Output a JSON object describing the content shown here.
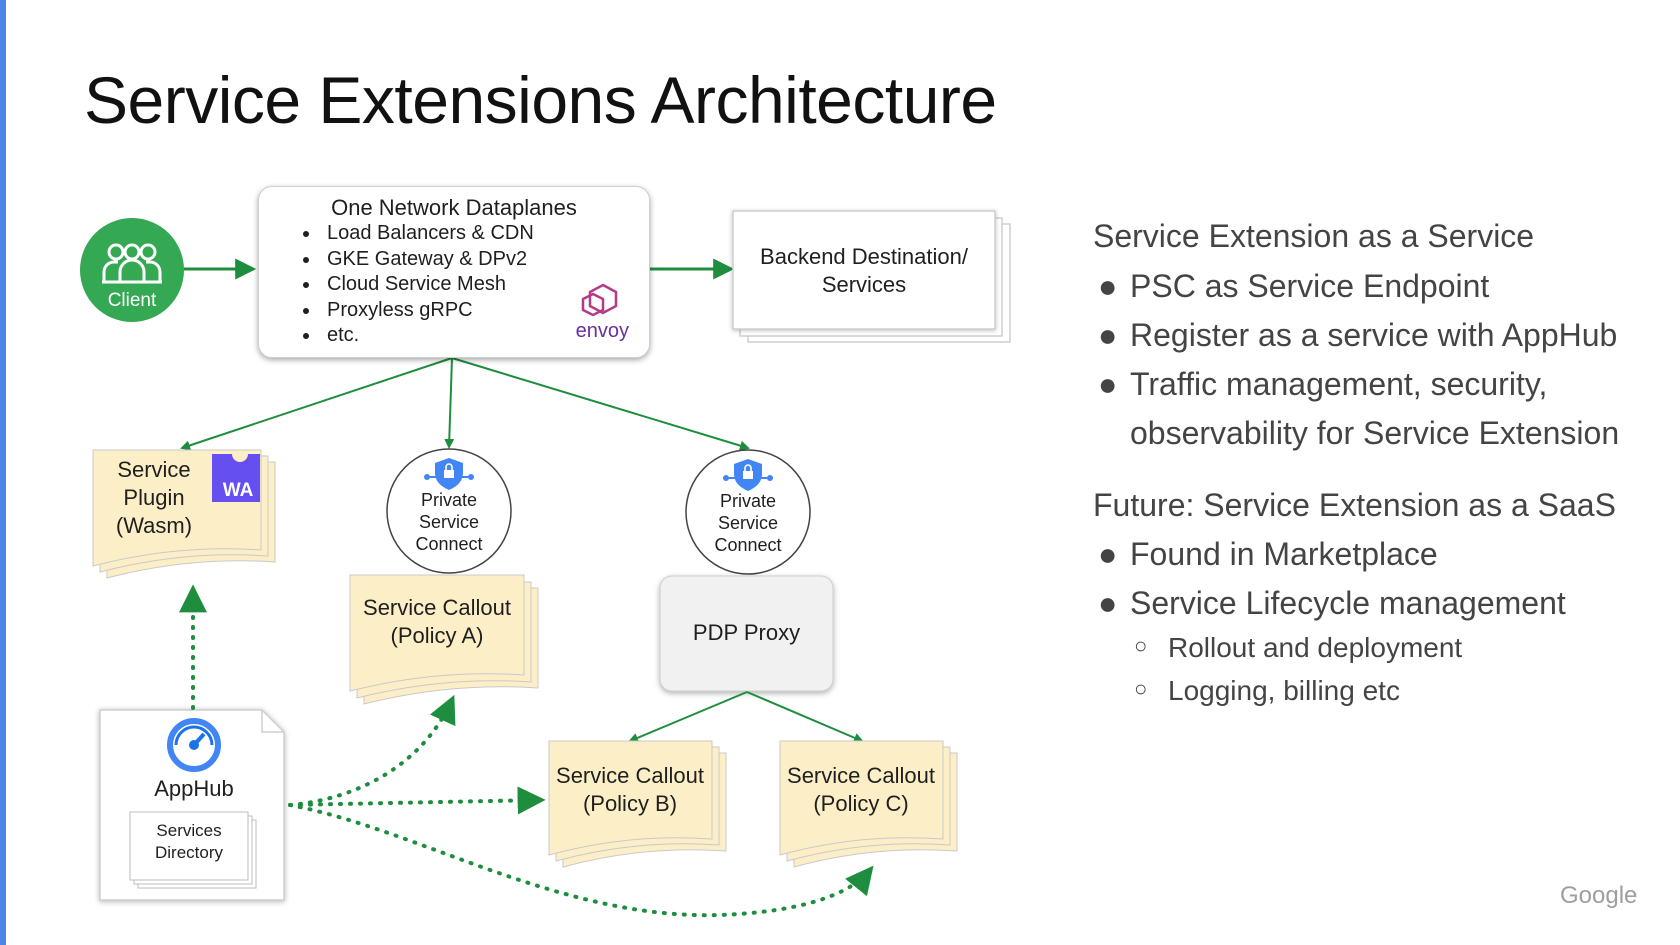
{
  "slide": {
    "title": "Service Extensions Architecture",
    "footer_brand": "Google"
  },
  "diagram": {
    "client": {
      "label": "Client",
      "icon": "people-group-icon",
      "color": "#34a853"
    },
    "dataplanes": {
      "title": "One Network Dataplanes",
      "items": [
        "Load Balancers & CDN",
        "GKE Gateway & DPv2",
        "Cloud Service Mesh",
        "Proxyless gRPC",
        "etc."
      ],
      "logo_text": "envoy"
    },
    "backend": {
      "line1": "Backend Destination/",
      "line2": "Services"
    },
    "service_plugin": {
      "line1": "Service",
      "line2": "Plugin",
      "line3": "(Wasm)",
      "badge": "WA"
    },
    "psc_left": {
      "line1": "Private",
      "line2": "Service",
      "line3": "Connect"
    },
    "psc_right": {
      "line1": "Private",
      "line2": "Service",
      "line3": "Connect"
    },
    "callout_a": {
      "line1": "Service Callout",
      "line2": "(Policy A)"
    },
    "pdp_proxy": {
      "label": "PDP Proxy"
    },
    "callout_b": {
      "line1": "Service Callout",
      "line2": "(Policy B)"
    },
    "callout_c": {
      "line1": "Service Callout",
      "line2": "(Policy C)"
    },
    "apphub": {
      "label": "AppHub",
      "dir_line1": "Services",
      "dir_line2": "Directory"
    },
    "colors": {
      "arrow": "#1e8e3e",
      "note_fill": "#fcefc7",
      "note_stroke": "#c9c9c9",
      "client": "#34a853",
      "wasm": "#654ff0",
      "psc": "#4285f4"
    }
  },
  "right_panel": {
    "section1_title": "Service Extension as a Service",
    "section1_items": [
      "PSC as Service Endpoint",
      "Register as a service with AppHub",
      "Traffic management, security,",
      "observability for Service Extension"
    ],
    "section2_title": "Future: Service Extension as a SaaS",
    "section2_items": [
      "Found in Marketplace",
      "Service Lifecycle management"
    ],
    "section2_subitems": [
      "Rollout and deployment",
      "Logging, billing etc"
    ],
    "bullet": "●",
    "sub_bullet": "○"
  }
}
